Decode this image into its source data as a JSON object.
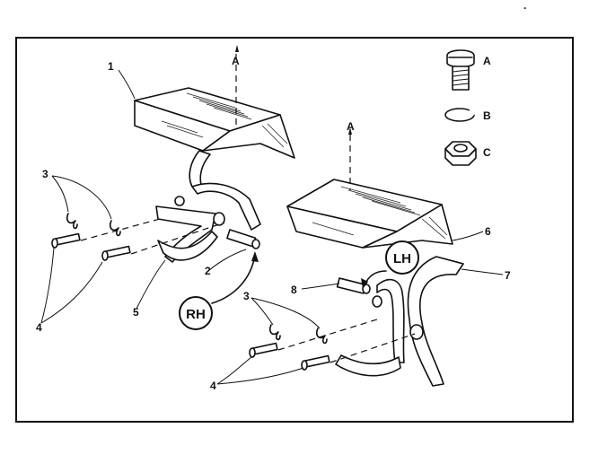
{
  "callouts": {
    "c1": "1",
    "c2": "2",
    "c3a": "3",
    "c3b": "3",
    "c4a": "4",
    "c4b": "4",
    "c5": "5",
    "c6": "6",
    "c7": "7",
    "c8": "8",
    "a1": "A",
    "a2": "A"
  },
  "hardware": {
    "a": "A",
    "b": "B",
    "c": "C"
  },
  "sides": {
    "rh": "RH",
    "lh": "LH"
  },
  "corner_mark": "."
}
